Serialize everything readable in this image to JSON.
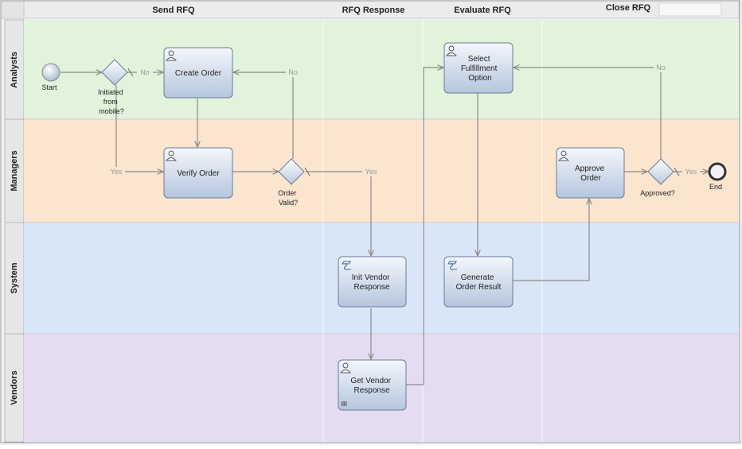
{
  "phases": [
    "Send RFQ",
    "RFQ Response",
    "Evaluate RFQ",
    "Close RFQ"
  ],
  "lanes": [
    {
      "label": "Analysts",
      "color": "#e2f3dc"
    },
    {
      "label": "Managers",
      "color": "#fbe5cf"
    },
    {
      "label": "System",
      "color": "#d9e6f8"
    },
    {
      "label": "Vendors",
      "color": "#e6dcf2"
    }
  ],
  "events": {
    "start": "Start",
    "end": "End"
  },
  "tasks": {
    "create_order": [
      "Create Order"
    ],
    "verify_order": [
      "Verify Order"
    ],
    "select_fulfillment": [
      "Select",
      "Fulfillment",
      "Option"
    ],
    "init_vendor": [
      "Init Vendor",
      "Response"
    ],
    "get_vendor": [
      "Get Vendor",
      "Response"
    ],
    "generate_result": [
      "Generate",
      "Order Result"
    ],
    "approve_order": [
      "Approve",
      "Order"
    ]
  },
  "gateways": {
    "initiated": [
      "Initiated",
      "from",
      "mobile?"
    ],
    "valid": [
      "Order",
      "Valid?"
    ],
    "approved": [
      "Approved?"
    ]
  },
  "flow_labels": {
    "initiated_no": "No",
    "initiated_yes": "Yes",
    "valid_no": "No",
    "valid_yes": "Yes",
    "approved_no": "No",
    "approved_yes": "Yes"
  },
  "colors": {
    "task_top": "#f4f7fc",
    "task_bottom": "#b5c6de",
    "task_stroke": "#6a7b94",
    "edge": "#8a8a8a",
    "grid": "#ffffff"
  }
}
